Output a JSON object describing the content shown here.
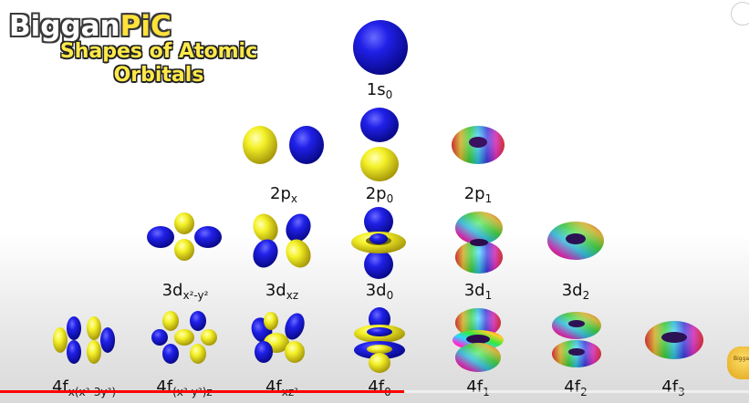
{
  "branding": {
    "name_part1": "Biggan",
    "name_part2": "PiC"
  },
  "title_line1": "Shapes of Atomic",
  "title_line2": "Orbitals",
  "orbitals": {
    "s0": {
      "main": "1s",
      "sub": "0"
    },
    "px": {
      "main": "2p",
      "sub": "x"
    },
    "p0": {
      "main": "2p",
      "sub": "0"
    },
    "p1": {
      "main": "2p",
      "sub": "1"
    },
    "dx2y2": {
      "main": "3d",
      "sub": "x²-y²"
    },
    "dxz": {
      "main": "3d",
      "sub": "xz"
    },
    "d0": {
      "main": "3d",
      "sub": "0"
    },
    "d1": {
      "main": "3d",
      "sub": "1"
    },
    "d2": {
      "main": "3d",
      "sub": "2"
    },
    "fxx2": {
      "main": "4f",
      "sub": "x(x²-3y²)"
    },
    "fx2y2z": {
      "main": "4f",
      "sub": "(x²-y²)z"
    },
    "fxz2": {
      "main": "4f",
      "sub": "xz²"
    },
    "f0": {
      "main": "4f",
      "sub": "0"
    },
    "f1": {
      "main": "4f",
      "sub": "1"
    },
    "f2": {
      "main": "4f",
      "sub": "2"
    },
    "f3": {
      "main": "4f",
      "sub": "3"
    }
  },
  "video": {
    "progress_fraction": 0.54
  },
  "colors": {
    "positive_lobe": "#1a1adf",
    "negative_lobe": "#f2ef22",
    "progress": "#ff0000"
  },
  "icons": {
    "badge": "channel-badge-icon",
    "corner": "corner-dot-icon"
  }
}
